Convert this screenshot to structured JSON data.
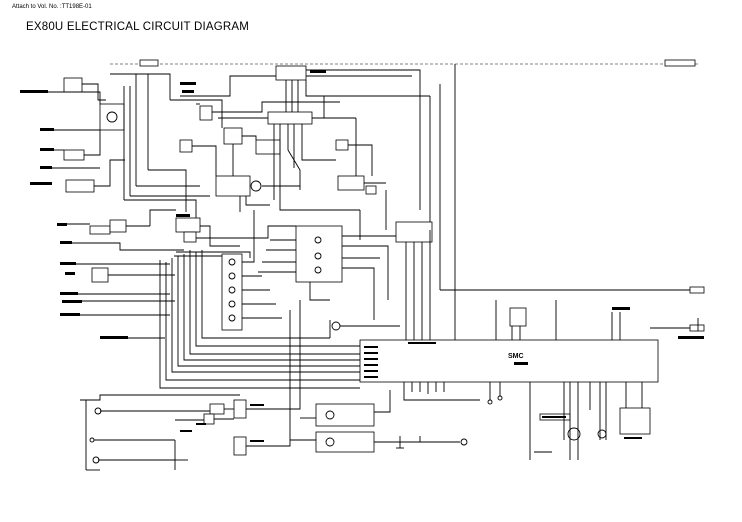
{
  "header": {
    "attach_note": "Attach to Vol. No. :TT198E-01",
    "title": "EX80U ELECTRICAL CIRCUIT DIAGRAM"
  },
  "controller": {
    "label": "SMC"
  }
}
